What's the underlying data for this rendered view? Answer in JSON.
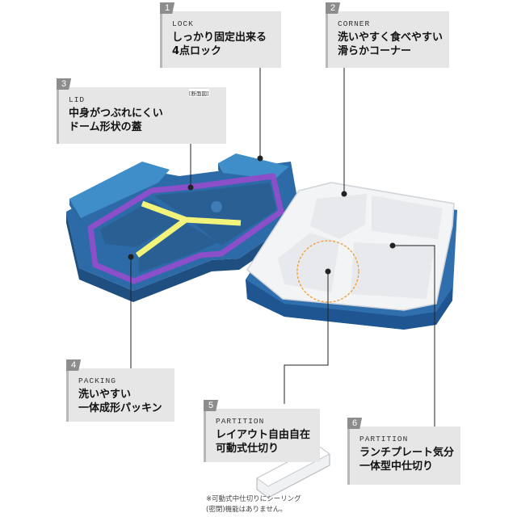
{
  "callouts": [
    {
      "num": "1",
      "label": "LOCK",
      "text": "しっかり固定出来る\n4点ロック"
    },
    {
      "num": "2",
      "label": "CORNER",
      "text": "洗いやすく食べやすい\n滑らかコーナー"
    },
    {
      "num": "3",
      "label": "LID",
      "text": "中身がつぶれにくい\nドーム形状の蓋"
    },
    {
      "num": "4",
      "label": "PACKING",
      "text": "洗いやすい\n一体成形パッキン"
    },
    {
      "num": "5",
      "label": "PARTITION",
      "text": "レイアウト自由自在\n可動式仕切り"
    },
    {
      "num": "6",
      "label": "PARTITION",
      "text": "ランチプレート気分\n一体型中仕切り"
    }
  ],
  "lid_inset_tag": "[断面図]",
  "footnote": "※可動式中仕切りにシーリング\n(密閉)機能はありません。",
  "colors": {
    "callout_bg": "#e6e6e6",
    "number_tab": "#8d8d8d",
    "box_blue": "#2f6fae",
    "packing_purple": "#8a4fc9",
    "partition_yellow": "#f1f37a",
    "tray_white": "#f3f4f6"
  }
}
